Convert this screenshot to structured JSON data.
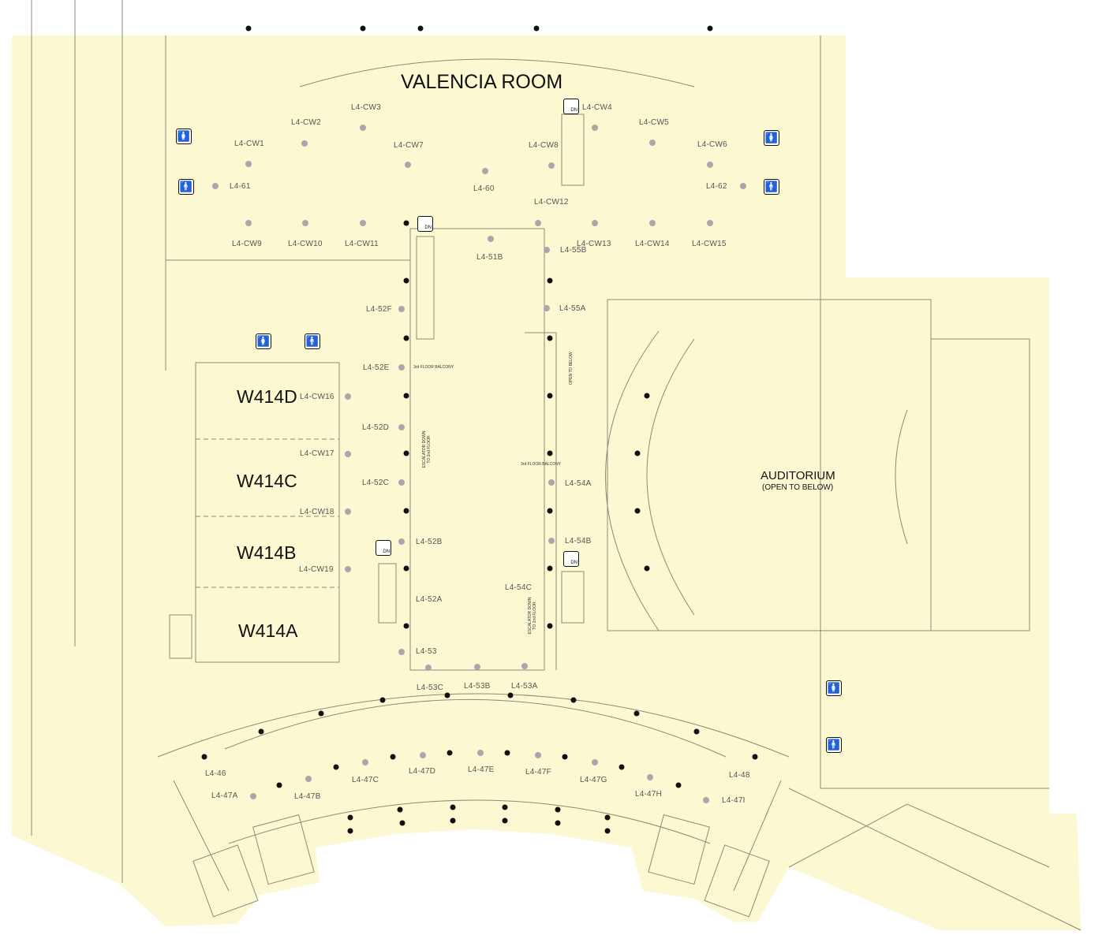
{
  "title": "VALENCIA ROOM",
  "auditorium": {
    "name": "AUDITORIUM",
    "note": "(OPEN TO BELOW)"
  },
  "rooms": [
    "W414D",
    "W414C",
    "W414B",
    "W414A"
  ],
  "notes": {
    "balcony": "3rd FLOOR BALCONY",
    "escalator_down": "ESCALATOR DOWN TO 2nd FLOOR",
    "open_below": "OPEN TO BELOW",
    "escalator_icon_label": "DN"
  },
  "booths": [
    "L4-CW3",
    "L4-CW2",
    "L4-CW1",
    "L4-CW7",
    "L4-CW8",
    "L4-CW4",
    "L4-CW5",
    "L4-CW6",
    "L4-61",
    "L4-60",
    "L4-62",
    "L4-CW12",
    "L4-CW9",
    "L4-CW10",
    "L4-CW11",
    "L4-CW13",
    "L4-CW14",
    "L4-CW15",
    "L4-51B",
    "L4-55B",
    "L4-52F",
    "L4-55A",
    "L4-52E",
    "L4-CW16",
    "L4-52D",
    "L4-CW17",
    "L4-52C",
    "L4-54A",
    "L4-CW18",
    "L4-52B",
    "L4-54B",
    "L4-CW19",
    "L4-54C",
    "L4-52A",
    "L4-53",
    "L4-53C",
    "L4-53B",
    "L4-53A",
    "L4-46",
    "L4-47A",
    "L4-47B",
    "L4-47C",
    "L4-47D",
    "L4-47E",
    "L4-47F",
    "L4-47G",
    "L4-47H",
    "L4-48",
    "L4-47I"
  ],
  "colors": {
    "floor": "#fcf8d2",
    "wall": "#8c8a78",
    "booth_dot": "#a6a8ac",
    "column": "#111111"
  }
}
